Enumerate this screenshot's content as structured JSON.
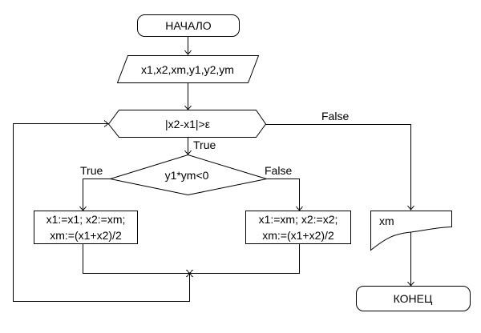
{
  "diagram": {
    "type": "flowchart",
    "title": "Bisection method flowchart",
    "nodes": {
      "start": {
        "kind": "terminator",
        "text": "НАЧАЛО"
      },
      "input": {
        "kind": "io",
        "text": "x1,x2,xm,y1,y2,ym"
      },
      "loop": {
        "kind": "loop-condition",
        "text": "|x2-x1|>ε"
      },
      "decision": {
        "kind": "decision",
        "text": "y1*ym<0"
      },
      "proc_true": {
        "kind": "process",
        "line1": "x1:=x1;  x2:=xm;",
        "line2": "xm:=(x1+x2)/2"
      },
      "proc_false": {
        "kind": "process",
        "line1": "x1:=xm;  x2:=x2;",
        "line2": "xm:=(x1+x2)/2"
      },
      "output": {
        "kind": "document",
        "text": "xm"
      },
      "end": {
        "kind": "terminator",
        "text": "КОНЕЦ"
      }
    },
    "edge_labels": {
      "loop_true": "True",
      "loop_false": "False",
      "decision_true": "True",
      "decision_false": "False"
    },
    "edges": [
      {
        "from": "start",
        "to": "input"
      },
      {
        "from": "input",
        "to": "loop"
      },
      {
        "from": "loop",
        "to": "decision",
        "label": "True"
      },
      {
        "from": "loop",
        "to": "output",
        "label": "False"
      },
      {
        "from": "decision",
        "to": "proc_true",
        "label": "True"
      },
      {
        "from": "decision",
        "to": "proc_false",
        "label": "False"
      },
      {
        "from": "proc_true",
        "to": "loop"
      },
      {
        "from": "proc_false",
        "to": "loop"
      },
      {
        "from": "output",
        "to": "end"
      }
    ]
  }
}
